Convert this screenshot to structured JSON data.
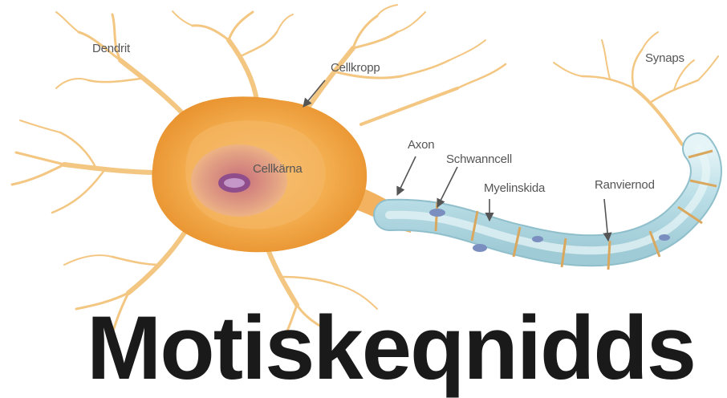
{
  "labels": {
    "dendrite": "Dendrit",
    "cell_body": "Cellkropp",
    "nucleus": "Cellkärna",
    "axon": "Axon",
    "schwann_cell": "Schwanncell",
    "myelin_sheath": "Myelinskida",
    "node_of_ranvier": "Ranviernod",
    "synapse": "Synaps"
  },
  "bottom_text": "Motiskeqnidds",
  "colors": {
    "cell_body": "#f0a845",
    "cell_body_inner": "#f6be6e",
    "nucleus": "#d98a7d",
    "nucleolus": "#9a4f8a",
    "dendrite": "#f3c682",
    "myelin": "#bfe3ea",
    "node": "#d9b36e",
    "arrow": "#555555"
  }
}
